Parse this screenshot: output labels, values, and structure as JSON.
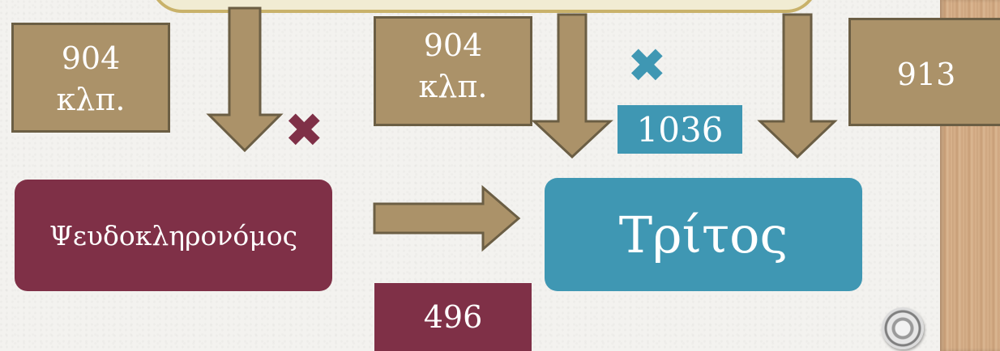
{
  "boxes": {
    "top_left": {
      "number": "904",
      "suffix": "κλπ."
    },
    "top_middle": {
      "number": "904",
      "suffix": "κλπ."
    },
    "top_right": {
      "number": "913"
    }
  },
  "nodes": {
    "pseudo_heir": "Ψευδοκληρονόμος",
    "third_party": "Τρίτος"
  },
  "labels": {
    "article_1036": "1036",
    "article_496": "496"
  },
  "colors": {
    "tan": "#ab9269",
    "maroon": "#7f3047",
    "teal": "#3f97b3"
  },
  "icons": {
    "cross_maroon": "cross-icon",
    "cross_teal": "cross-icon"
  }
}
